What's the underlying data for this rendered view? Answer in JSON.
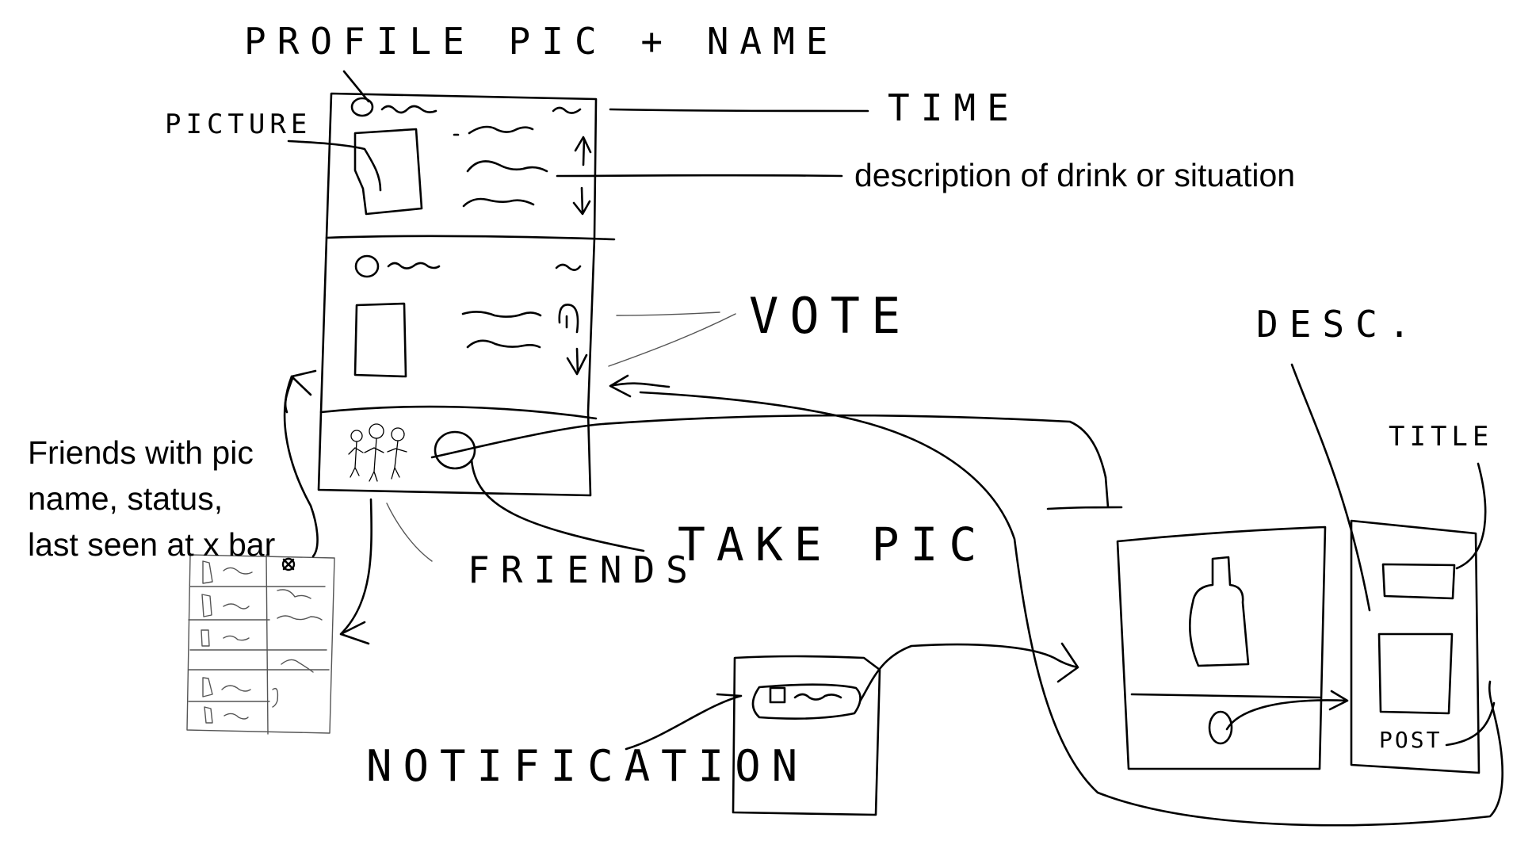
{
  "labels": {
    "profile_pic_name": "PROFILE PIC + NAME",
    "time": "TIME",
    "picture": "PICTURE",
    "description": "description of drink or situation",
    "vote": "VOTE",
    "desc": "DESC.",
    "title": "TITLE",
    "post": "POST",
    "friends_note_line1": "Friends with pic",
    "friends_note_line2": "name, status,",
    "friends_note_line3": "last seen at x bar",
    "friends": "FRIENDS",
    "take_pic": "TAKE PIC",
    "notification": "NOTIFICATION"
  }
}
